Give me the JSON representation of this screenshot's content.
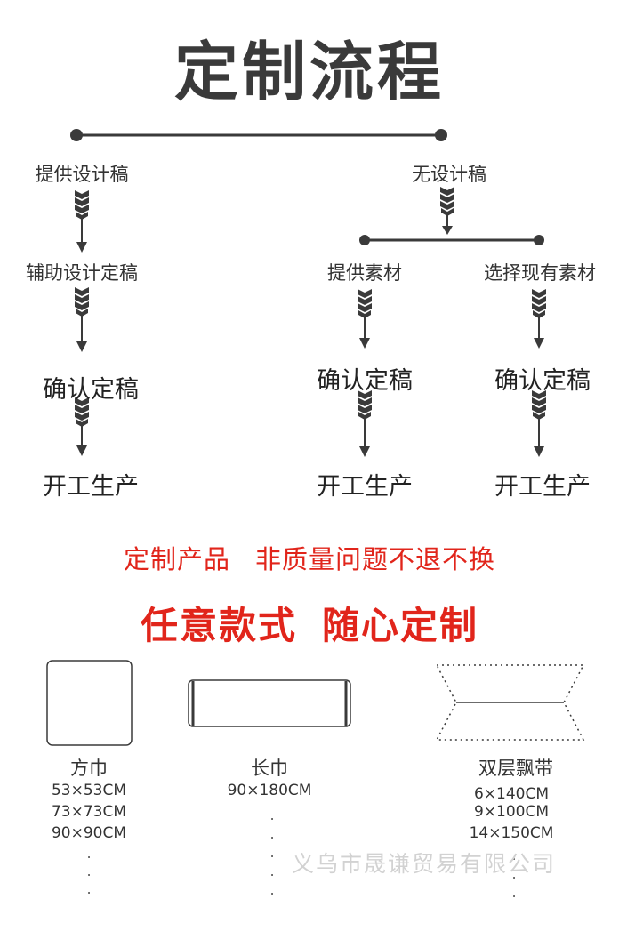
{
  "title": "定制流程",
  "flow": {
    "left_start": "提供设计稿",
    "left_step2": "辅助设计定稿",
    "left_confirm": "确认定稿",
    "left_produce": "开工生产",
    "right_start": "无设计稿",
    "right_a_step": "提供素材",
    "right_b_step": "选择现有素材",
    "right_a_confirm": "确认定稿",
    "right_b_confirm": "确认定稿",
    "right_a_produce": "开工生产",
    "right_b_produce": "开工生产"
  },
  "notice": {
    "part1": "定制产品",
    "part2": "非质量问题不退不换"
  },
  "slogan": {
    "part1": "任意款式",
    "part2": "随心定制"
  },
  "products": [
    {
      "name": "方巾",
      "sizes": [
        "53×53CM",
        "73×73CM",
        "90×90CM"
      ]
    },
    {
      "name": "长巾",
      "sizes": [
        "90×180CM"
      ]
    },
    {
      "name": "双层飘带",
      "sizes": [
        "6×140CM",
        "9×100CM",
        "14×150CM"
      ]
    }
  ],
  "dots": ".",
  "watermark": "义乌市晟谦贸易有限公司",
  "colors": {
    "line": "#3a3a3a",
    "accent_red": "#e1251b",
    "watermark": "#d2d2d2"
  }
}
